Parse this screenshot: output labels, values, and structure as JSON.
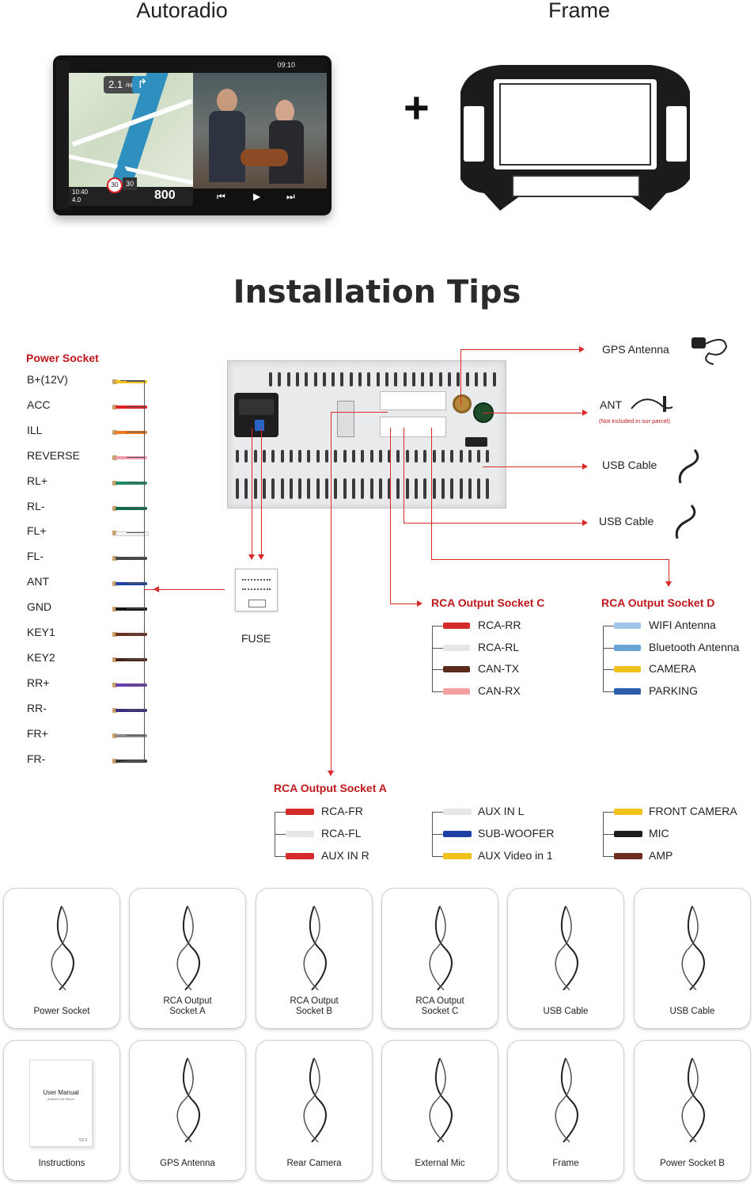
{
  "header": {
    "left_title": "Autoradio",
    "right_title": "Frame",
    "plus": "+"
  },
  "screen": {
    "status_time": "09:10",
    "nav_distance": "2.1",
    "nav_unit": "mi",
    "speed_limit": "30",
    "speed_current": "30",
    "time_left": "10:40",
    "dist_left": "4.0",
    "turn_distance": "800"
  },
  "section_title": "Installation Tips",
  "power_socket": {
    "heading": "Power Socket",
    "wires": [
      {
        "label": "B+(12V)",
        "color": "#f2c21b"
      },
      {
        "label": "ACC",
        "color": "#e02020"
      },
      {
        "label": "ILL",
        "color": "#f07a20"
      },
      {
        "label": "REVERSE",
        "color": "#f29ab0"
      },
      {
        "label": "RL+",
        "color": "#1f8a6a"
      },
      {
        "label": "RL-",
        "color": "#0f6a4a"
      },
      {
        "label": "FL+",
        "color": "#f4f4f4"
      },
      {
        "label": "FL-",
        "color": "#444444"
      },
      {
        "label": "ANT",
        "color": "#1e3fa6"
      },
      {
        "label": "GND",
        "color": "#111111"
      },
      {
        "label": "KEY1",
        "color": "#6b2e1f"
      },
      {
        "label": "KEY2",
        "color": "#4a2418"
      },
      {
        "label": "RR+",
        "color": "#6a3fb0"
      },
      {
        "label": "RR-",
        "color": "#3a2a7a"
      },
      {
        "label": "FR+",
        "color": "#8a8a8a"
      },
      {
        "label": "FR-",
        "color": "#333333"
      }
    ]
  },
  "fuse_label": "FUSE",
  "right_items": {
    "gps": "GPS Antenna",
    "ant": "ANT",
    "ant_note": "(Not included in our parcel)",
    "usb1": "USB Cable",
    "usb2": "USB Cable"
  },
  "rca_c": {
    "heading": "RCA Output Socket C",
    "items": [
      "RCA-RR",
      "RCA-RL",
      "CAN-TX",
      "CAN-RX"
    ]
  },
  "rca_d": {
    "heading": "RCA Output Socket D",
    "items": [
      "WIFI Antenna",
      "Bluetooth Antenna",
      "CAMERA",
      "PARKING"
    ]
  },
  "rca_a": {
    "heading": "RCA Output Socket A",
    "col1": [
      "RCA-FR",
      "RCA-FL",
      "AUX IN R"
    ],
    "col2": [
      "AUX IN L",
      "SUB-WOOFER",
      "AUX Video in 1"
    ],
    "col3": [
      "FRONT CAMERA",
      "MIC",
      "AMP"
    ]
  },
  "parts_row1": [
    "Power Socket",
    "RCA Output\nSocket A",
    "RCA Output\nSocket B",
    "RCA Output\nSocket C",
    "USB Cable",
    "USB Cable"
  ],
  "parts_row2": [
    "Instructions",
    "GPS Antenna",
    "Rear Camera",
    "External Mic",
    "Frame",
    "Power Socket B"
  ],
  "manual_title": "User Manual",
  "manual_sub": "Android Car Stereo",
  "manual_footer": "V3.3"
}
